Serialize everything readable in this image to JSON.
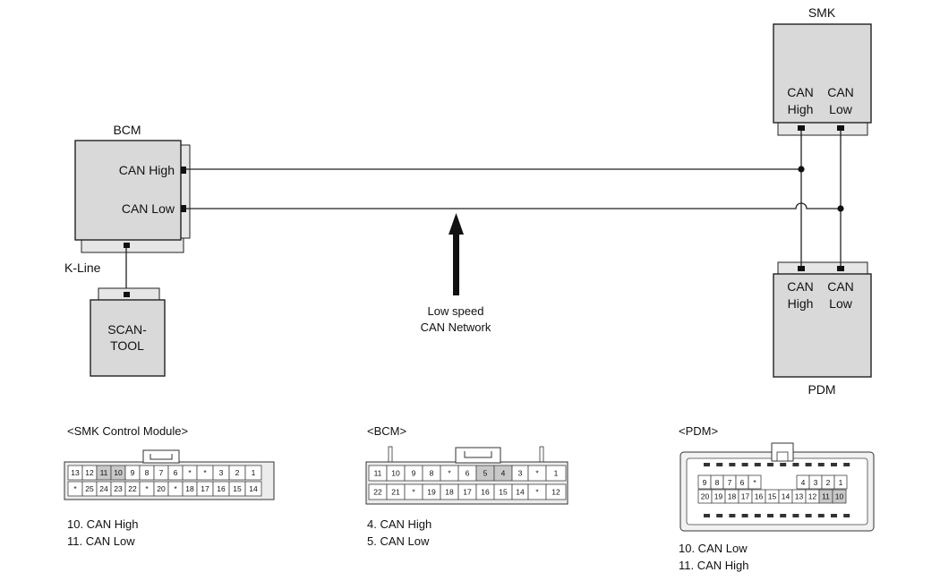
{
  "modules": {
    "bcm": {
      "title": "BCM",
      "can_high": "CAN High",
      "can_low": "CAN Low"
    },
    "smk": {
      "title": "SMK",
      "can_high_1": "CAN",
      "can_high_2": "High",
      "can_low_1": "CAN",
      "can_low_2": "Low"
    },
    "pdm": {
      "title": "PDM",
      "can_high_1": "CAN",
      "can_high_2": "High",
      "can_low_1": "CAN",
      "can_low_2": "Low"
    },
    "scan_tool": {
      "line1": "SCAN-",
      "line2": "TOOL"
    },
    "k_line": "K-Line"
  },
  "network_label": {
    "line1": "Low speed",
    "line2": "CAN Network"
  },
  "connectors": {
    "smk": {
      "title": "<SMK Control Module>",
      "top_row": [
        "13",
        "12",
        "11",
        "10",
        "9",
        "8",
        "7",
        "6",
        "*",
        "*",
        "3",
        "2",
        "1"
      ],
      "bottom_row": [
        "*",
        "25",
        "24",
        "23",
        "22",
        "*",
        "20",
        "*",
        "18",
        "17",
        "16",
        "15",
        "14"
      ],
      "notes": [
        "10. CAN High",
        "11. CAN Low"
      ]
    },
    "bcm": {
      "title": "<BCM>",
      "top_row": [
        "11",
        "10",
        "9",
        "8",
        "*",
        "6",
        "5",
        "4",
        "3",
        "*",
        "1"
      ],
      "bottom_row": [
        "22",
        "21",
        "*",
        "19",
        "18",
        "17",
        "16",
        "15",
        "14",
        "*",
        "12"
      ],
      "notes": [
        "4. CAN High",
        "5. CAN Low"
      ]
    },
    "pdm": {
      "title": "<PDM>",
      "top_row": [
        "9",
        "8",
        "7",
        "6",
        "*",
        "4",
        "3",
        "2",
        "1"
      ],
      "bottom_row": [
        "20",
        "19",
        "18",
        "17",
        "16",
        "15",
        "14",
        "13",
        "12",
        "11",
        "10"
      ],
      "notes": [
        "10. CAN Low",
        "11. CAN High"
      ]
    }
  }
}
